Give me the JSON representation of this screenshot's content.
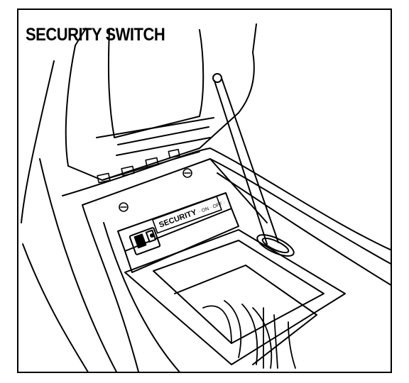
{
  "figure": {
    "title": "SECURITY SWITCH"
  },
  "switch_panel": {
    "label": "SECURITY",
    "sub_label": "· ON · OFF ·"
  },
  "colors": {
    "ink": "#000000",
    "paper": "#ffffff"
  }
}
